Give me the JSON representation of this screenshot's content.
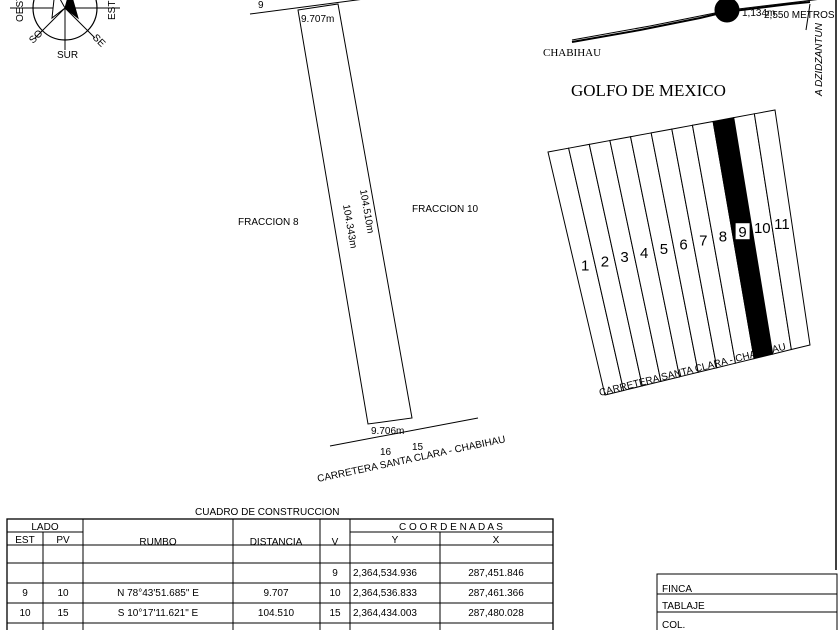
{
  "compass": {
    "west": "OESTE",
    "east": "ESTE",
    "south": "SUR",
    "sw": "SO",
    "se": "SE"
  },
  "location_map": {
    "town": "CHABIHAU",
    "sea": "GOLFO DE MEXICO",
    "road_to": "A DZIDZANTUN",
    "dist1": "1,134m",
    "dist2": "2,550 METROS"
  },
  "parcel": {
    "left": "FRACCION 8",
    "right": "FRACCION 10",
    "top_width": "9.707m",
    "bottom_width": "9.706m",
    "left_length": "104.343m",
    "right_length": "104.510m",
    "top_vertex": "9",
    "v16": "16",
    "v15": "15",
    "road": "CARRETERA SANTA CLARA - CHABIHAU"
  },
  "lots": {
    "labels": [
      "1",
      "2",
      "3",
      "4",
      "5",
      "6",
      "7",
      "8",
      "9",
      "10",
      "11"
    ],
    "highlight": "9",
    "road": "CARRETERA SANTA CLARA - CHABIHAU"
  },
  "table": {
    "title": "CUADRO DE CONSTRUCCION",
    "h_lado": "LADO",
    "h_est": "EST",
    "h_pv": "PV",
    "h_rumbo": "RUMBO",
    "h_dist": "DISTANCIA",
    "h_v": "V",
    "h_coord": "C O O R D E N A D A S",
    "h_y": "Y",
    "h_x": "X",
    "rows": [
      {
        "est": "",
        "pv": "",
        "rumbo": "",
        "dist": "",
        "v": "9",
        "y": "2,364,534.936",
        "x": "287,451.846"
      },
      {
        "est": "9",
        "pv": "10",
        "rumbo": "N 78°43'51.685\" E",
        "dist": "9.707",
        "v": "10",
        "y": "2,364,536.833",
        "x": "287,461.366"
      },
      {
        "est": "10",
        "pv": "15",
        "rumbo": "S 10°17'11.621\" E",
        "dist": "104.510",
        "v": "15",
        "y": "2,364,434.003",
        "x": "287,480.028"
      }
    ]
  },
  "title_block": {
    "finca": "FINCA",
    "tablaje": "TABLAJE",
    "col": "COL."
  }
}
